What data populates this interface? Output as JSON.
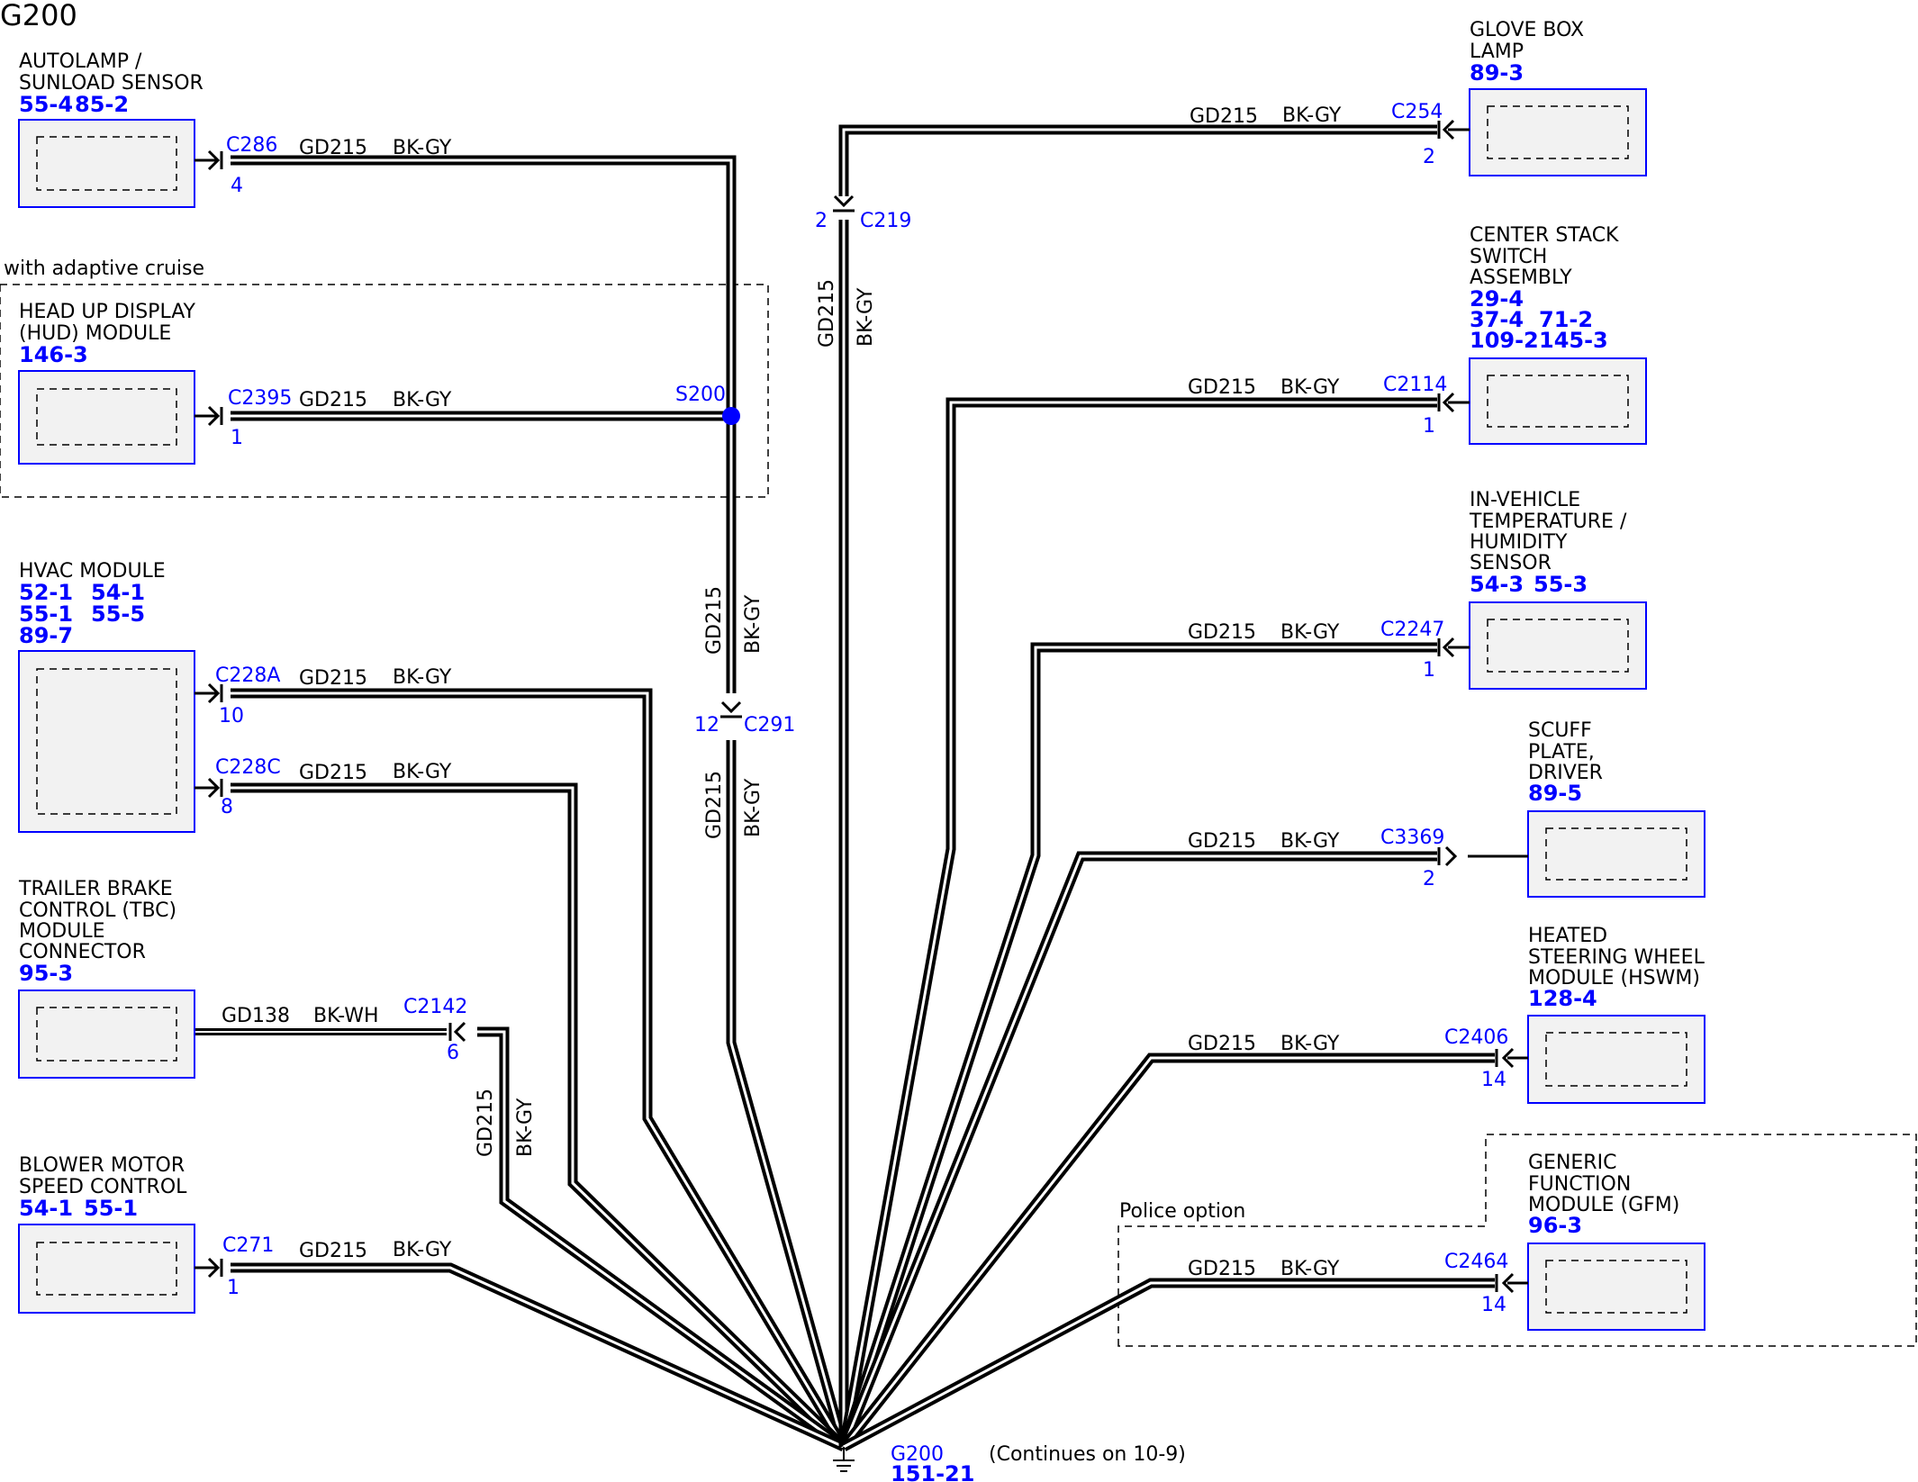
{
  "title": "G200",
  "zones": {
    "adaptive_cruise": "with adaptive cruise",
    "police": "Police option"
  },
  "components": {
    "autolamp": {
      "lines": [
        "AUTOLAMP /",
        "SUNLOAD SENSOR"
      ],
      "refs": [
        [
          "55-4",
          "85-2"
        ]
      ]
    },
    "hud": {
      "lines": [
        "HEAD UP DISPLAY",
        "(HUD) MODULE"
      ],
      "refs": [
        [
          "146-3"
        ]
      ]
    },
    "hvac": {
      "lines": [
        "HVAC MODULE"
      ],
      "refs": [
        [
          "52-1",
          "54-1"
        ],
        [
          "55-1",
          "55-5"
        ],
        [
          "89-7"
        ]
      ]
    },
    "tbc": {
      "lines": [
        "TRAILER BRAKE",
        "CONTROL (TBC)",
        "MODULE",
        "CONNECTOR"
      ],
      "refs": [
        [
          "95-3"
        ]
      ]
    },
    "blower": {
      "lines": [
        "BLOWER MOTOR",
        "SPEED CONTROL"
      ],
      "refs": [
        [
          "54-1",
          "55-1"
        ]
      ]
    },
    "glovebox": {
      "lines": [
        "GLOVE BOX",
        "LAMP"
      ],
      "refs": [
        [
          "89-3"
        ]
      ]
    },
    "centerstack": {
      "lines": [
        "CENTER STACK",
        "SWITCH",
        "ASSEMBLY"
      ],
      "refs": [
        [
          "29-4"
        ],
        [
          "37-4",
          "71-2"
        ],
        [
          "109-2",
          "145-3"
        ]
      ]
    },
    "invehicle": {
      "lines": [
        "IN-VEHICLE",
        "TEMPERATURE /",
        "HUMIDITY",
        "SENSOR"
      ],
      "refs": [
        [
          "54-3",
          "55-3"
        ]
      ]
    },
    "scuff": {
      "lines": [
        "SCUFF",
        "PLATE,",
        "DRIVER"
      ],
      "refs": [
        [
          "89-5"
        ]
      ]
    },
    "hswm": {
      "lines": [
        "HEATED",
        "STEERING WHEEL",
        "MODULE (HSWM)"
      ],
      "refs": [
        [
          "128-4"
        ]
      ]
    },
    "gfm": {
      "lines": [
        "GENERIC",
        "FUNCTION",
        "MODULE (GFM)"
      ],
      "refs": [
        [
          "96-3"
        ]
      ]
    }
  },
  "connectors": {
    "c286": {
      "name": "C286",
      "pin": "4"
    },
    "c2395": {
      "name": "C2395",
      "pin": "1"
    },
    "c228a": {
      "name": "C228A",
      "pin": "10"
    },
    "c228c": {
      "name": "C228C",
      "pin": "8"
    },
    "c2142": {
      "name": "C2142",
      "pin": "6"
    },
    "c271": {
      "name": "C271",
      "pin": "1"
    },
    "c291": {
      "name": "C291",
      "pin": "12"
    },
    "c219": {
      "name": "C219",
      "pin": "2"
    },
    "c254": {
      "name": "C254",
      "pin": "2"
    },
    "c2114": {
      "name": "C2114",
      "pin": "1"
    },
    "c2247": {
      "name": "C2247",
      "pin": "1"
    },
    "c3369": {
      "name": "C3369",
      "pin": "2"
    },
    "c2406": {
      "name": "C2406",
      "pin": "14"
    },
    "c2464": {
      "name": "C2464",
      "pin": "14"
    }
  },
  "circuits": {
    "main": {
      "circuit": "GD215",
      "color": "BK-GY"
    },
    "trailer": {
      "circuit": "GD138",
      "color": "BK-WH"
    }
  },
  "splice": {
    "name": "S200"
  },
  "ground": {
    "name": "G200",
    "ref": "151-21",
    "note": "(Continues on 10-9)"
  },
  "colors": {
    "wire": "#000000",
    "connector_text": "#0000ff",
    "component_border": "#0000ff",
    "component_fill": "#f2f2f2"
  }
}
